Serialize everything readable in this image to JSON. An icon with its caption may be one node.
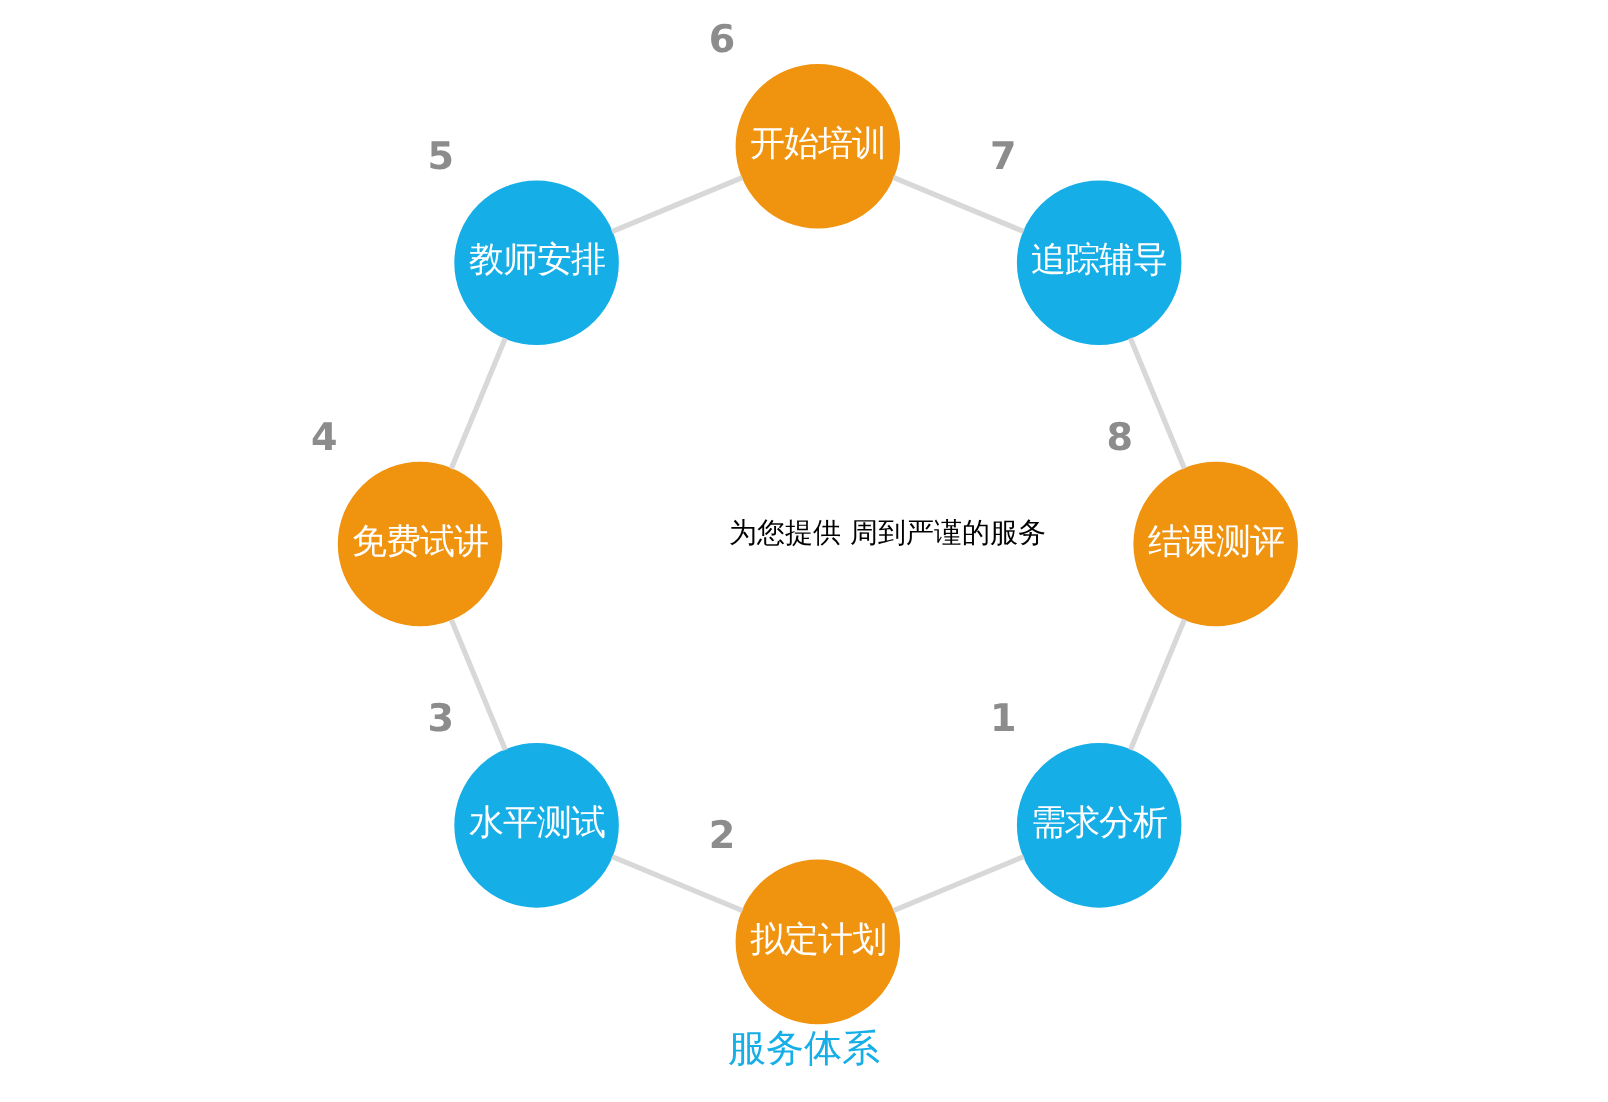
{
  "diagram": {
    "title": "服务体系",
    "nodes": [
      {
        "text": [
          "需求分析"
        ],
        "beside": [
          "1"
        ]
      },
      {
        "text": [
          "拟定计划"
        ],
        "beside": [
          "2"
        ]
      },
      {
        "text": [
          "水平测试"
        ],
        "beside": [
          "3"
        ]
      },
      {
        "text": [
          "免费试讲"
        ],
        "beside": [
          "4"
        ]
      },
      {
        "text": [
          "教师安排"
        ],
        "beside": [
          "5"
        ]
      },
      {
        "text": [
          "开始培训"
        ],
        "beside": [
          "6"
        ]
      },
      {
        "text": [
          "追踪辅导"
        ],
        "beside": [
          "7"
        ]
      },
      {
        "text": [
          "结课测评"
        ],
        "beside": [
          "8"
        ]
      }
    ],
    "edges": [
      {
        "from": 0,
        "to": 1,
        "arrow": "none"
      },
      {
        "from": 1,
        "to": 2,
        "arrow": "none"
      },
      {
        "from": 2,
        "to": 3,
        "arrow": "none"
      },
      {
        "from": 3,
        "to": 4,
        "arrow": "none"
      },
      {
        "from": 4,
        "to": 5,
        "arrow": "none"
      },
      {
        "from": 5,
        "to": 6,
        "arrow": "none"
      },
      {
        "from": 6,
        "to": 7,
        "arrow": "none"
      },
      {
        "from": 7,
        "to": 0,
        "arrow": "none"
      }
    ],
    "labels": [
      "为您提供 周到严谨的服务"
    ]
  }
}
